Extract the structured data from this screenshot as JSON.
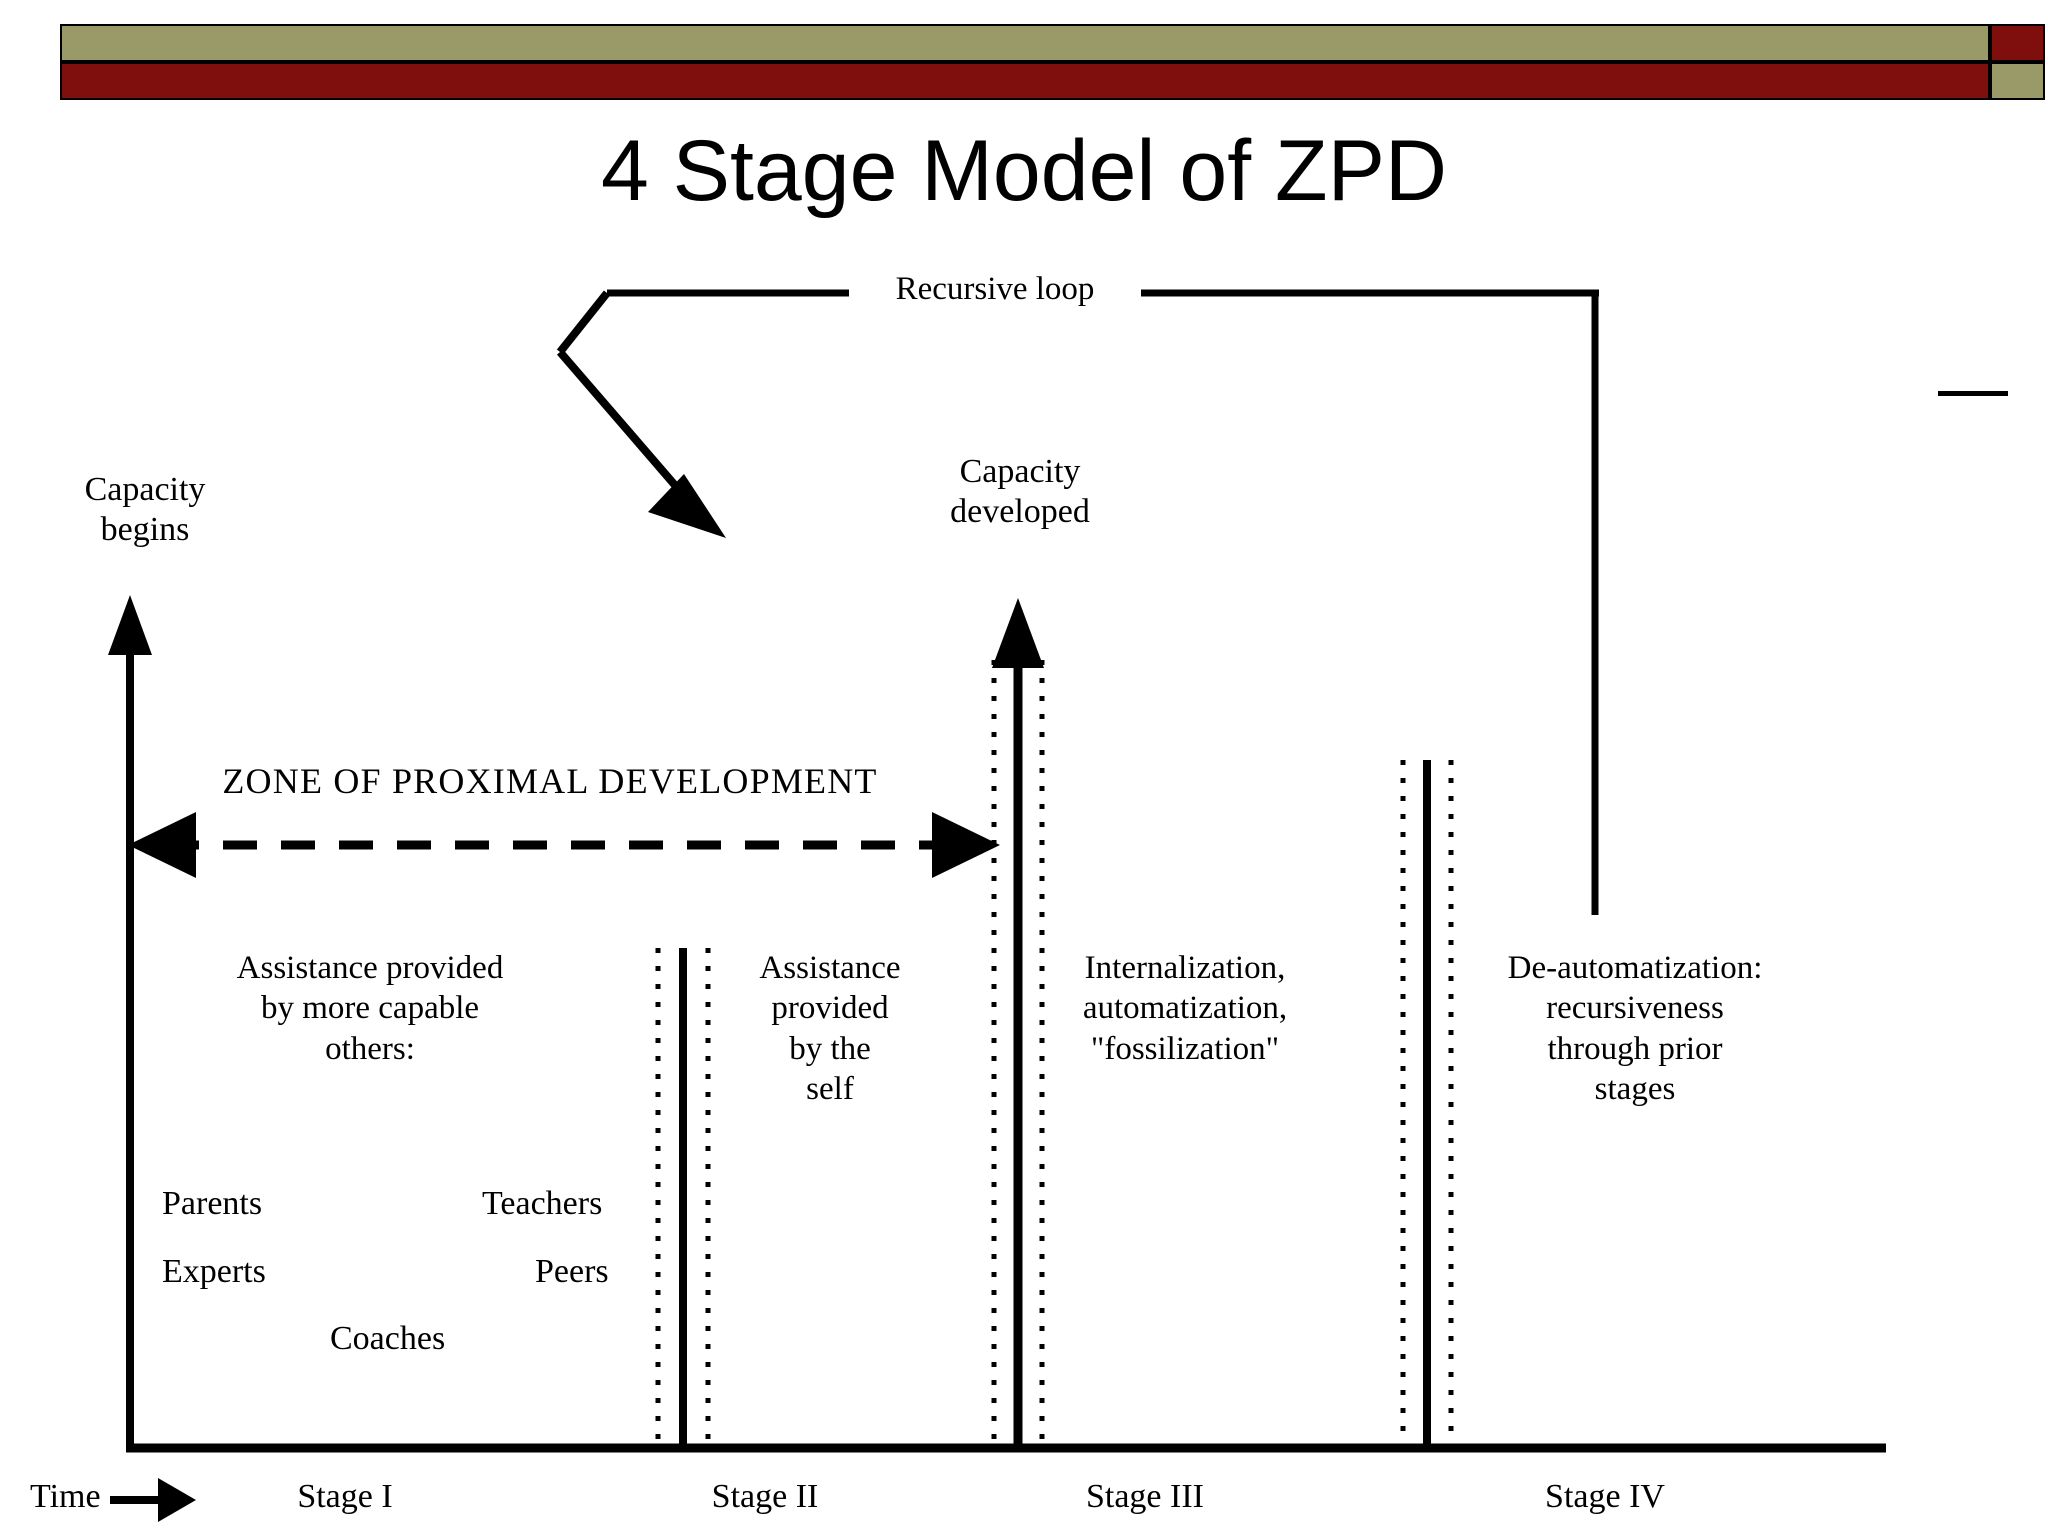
{
  "slide": {
    "title": "4 Stage Model of ZPD",
    "banner": {
      "olive_color": "#9a9a68",
      "red_color": "#7e0f0c",
      "border_color": "#000000"
    }
  },
  "diagram": {
    "type": "conceptual-stage-diagram",
    "recursive_loop_label": "Recursive loop",
    "y_axis": {
      "label_top": "Capacity\nbegins",
      "arrow": "up"
    },
    "capacity_developed_label": "Capacity\ndeveloped",
    "zpd_band": {
      "label": "ZONE OF PROXIMAL DEVELOPMENT",
      "arrow": "double-headed-dashed"
    },
    "x_axis": {
      "label": "Time",
      "arrow": "right",
      "ticks": [
        "Stage I",
        "Stage II",
        "Stage III",
        "Stage IV"
      ]
    },
    "stages": [
      {
        "id": "stage-1",
        "tick": "Stage I",
        "body": "Assistance provided\nby more capable\nothers:",
        "roles": [
          "Parents",
          "Teachers",
          "Experts",
          "Peers",
          "Coaches"
        ]
      },
      {
        "id": "stage-2",
        "tick": "Stage II",
        "body": "Assistance\nprovided\nby the\nself",
        "roles": []
      },
      {
        "id": "stage-3",
        "tick": "Stage III",
        "body": "Internalization,\nautomatization,\n\"fossilization\"",
        "roles": []
      },
      {
        "id": "stage-4",
        "tick": "Stage IV",
        "body": "De-automatization:\nrecursiveness\nthrough prior\nstages",
        "roles": []
      }
    ],
    "roles": {
      "parents": "Parents",
      "teachers": "Teachers",
      "experts": "Experts",
      "peers": "Peers",
      "coaches": "Coaches"
    }
  }
}
